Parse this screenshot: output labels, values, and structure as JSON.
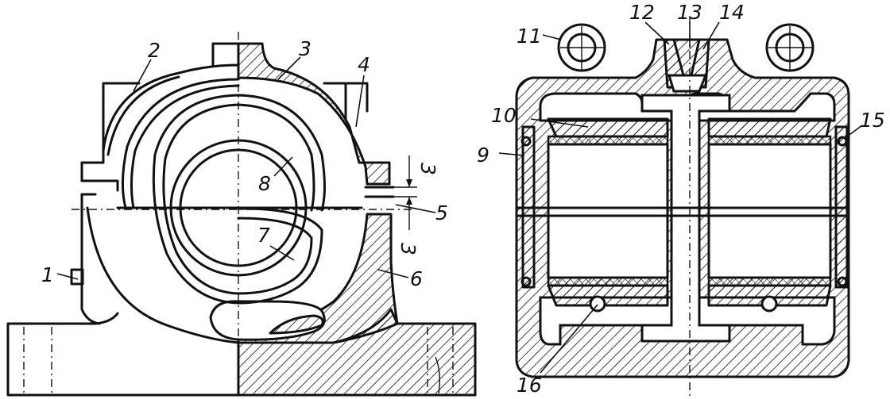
{
  "labels": {
    "l1": "1",
    "l2": "2",
    "l3": "3",
    "l4": "4",
    "l5": "5",
    "l6": "6",
    "l7": "7",
    "l8": "8",
    "l9": "9",
    "l10": "10",
    "l11": "11",
    "l12": "12",
    "l13": "13",
    "l14": "14",
    "l15": "15",
    "l16": "16"
  },
  "dimensions": {
    "gap_top": "3",
    "gap_bottom": "3"
  }
}
